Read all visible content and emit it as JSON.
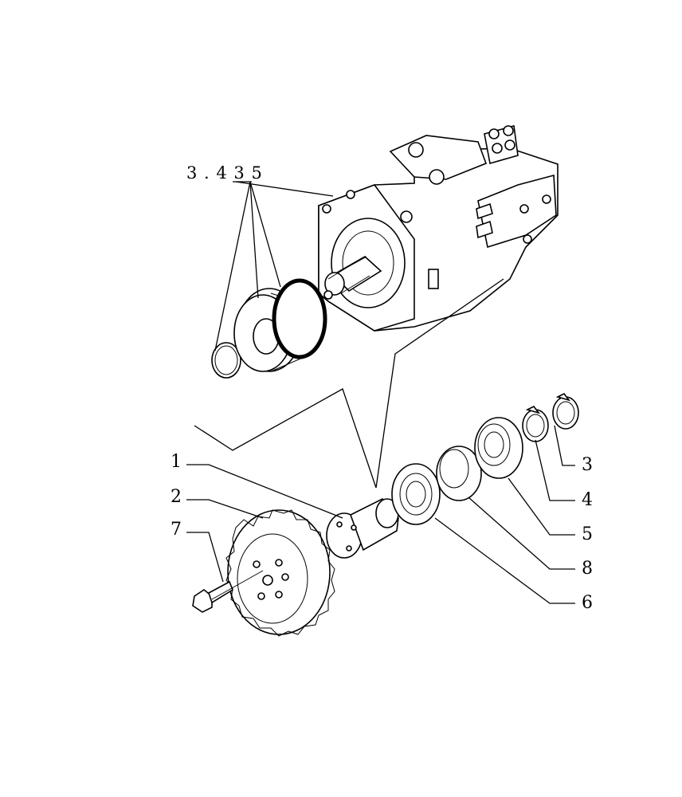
{
  "diagram": {
    "reference_label": "3 . 4 3 5",
    "callouts": [
      {
        "id": "c1",
        "text": "1"
      },
      {
        "id": "c2",
        "text": "2"
      },
      {
        "id": "c7",
        "text": "7"
      },
      {
        "id": "c3",
        "text": "3"
      },
      {
        "id": "c4",
        "text": "4"
      },
      {
        "id": "c5",
        "text": "5"
      },
      {
        "id": "c8",
        "text": "8"
      },
      {
        "id": "c6",
        "text": "6"
      }
    ]
  }
}
